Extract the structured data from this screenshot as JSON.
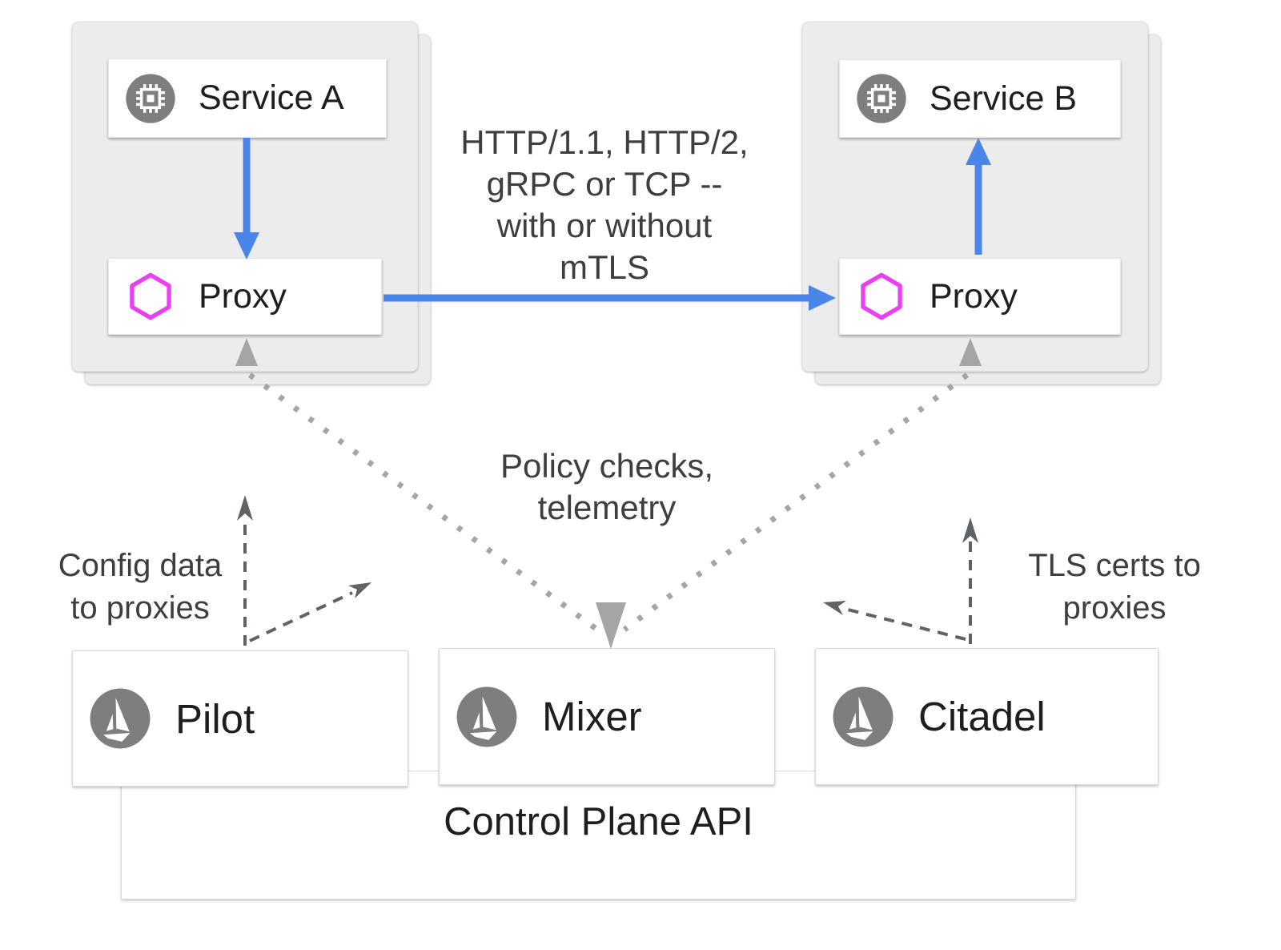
{
  "diagram": {
    "colors": {
      "accent_blue": "#4a86e8",
      "envoy_magenta": "#ea3ff2",
      "dotted_gray": "#a5a5a5",
      "dashed_gray": "#5f6368",
      "icon_gray": "#7e7e7e",
      "group_bg": "#ececec"
    },
    "nodes": {
      "service_a": "Service A",
      "proxy_a": "Proxy",
      "service_b": "Service B",
      "proxy_b": "Proxy",
      "pilot": "Pilot",
      "mixer": "Mixer",
      "citadel": "Citadel",
      "control_plane": "Control Plane API"
    },
    "icons": {
      "service": "chip-icon",
      "proxy": "envoy-hexagon-icon",
      "control_plane_component": "istio-sail-icon"
    },
    "annotations": {
      "protocols": [
        "HTTP/1.1, HTTP/2,",
        "gRPC or TCP --",
        "with or without",
        "mTLS"
      ],
      "policy": [
        "Policy checks,",
        "telemetry"
      ],
      "config": [
        "Config data",
        "to proxies"
      ],
      "tls": [
        "TLS certs to",
        "proxies"
      ]
    },
    "edges": [
      {
        "from": "service_a",
        "to": "proxy_a",
        "style": "solid-blue"
      },
      {
        "from": "proxy_a",
        "to": "proxy_b",
        "style": "solid-blue",
        "label": "HTTP/1.1, HTTP/2, gRPC or TCP -- with or without mTLS"
      },
      {
        "from": "proxy_b",
        "to": "service_b",
        "style": "solid-blue"
      },
      {
        "from": "mixer",
        "to": "proxy_a",
        "style": "dotted-gray",
        "bidirectional": true,
        "label": "Policy checks, telemetry"
      },
      {
        "from": "mixer",
        "to": "proxy_b",
        "style": "dotted-gray",
        "bidirectional": true,
        "label": "Policy checks, telemetry"
      },
      {
        "from": "pilot",
        "to": "proxies",
        "style": "dashed-dark",
        "label": "Config data to proxies"
      },
      {
        "from": "citadel",
        "to": "proxies",
        "style": "dashed-dark",
        "label": "TLS certs to proxies"
      }
    ]
  }
}
